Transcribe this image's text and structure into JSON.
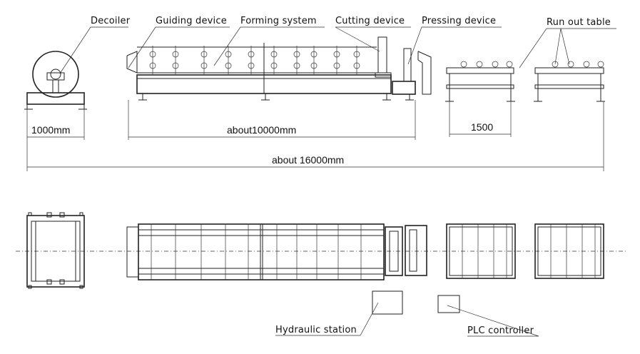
{
  "labels": {
    "decoiler": "Decoiler",
    "guiding": "Guiding device",
    "forming": "Forming system",
    "cutting": "Cutting device",
    "pressing": "Pressing device",
    "runout": "Run out table",
    "hydraulic": "Hydraulic station",
    "plc": "PLC controller"
  },
  "dimensions": {
    "decoiler_width": "1000mm",
    "machine_length": "about10000mm",
    "table_width": "1500",
    "total_length": "about 16000mm"
  }
}
